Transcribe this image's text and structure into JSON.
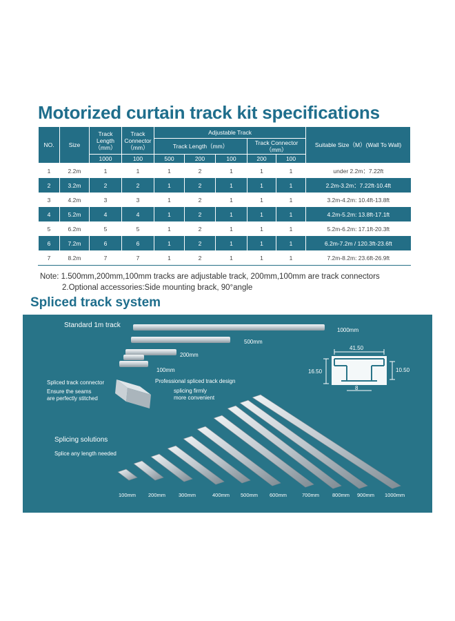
{
  "spec": {
    "title": "Motorized curtain track kit specifications",
    "headers": {
      "no": "NO.",
      "size": "Size",
      "track_length": "Track Length（mm）",
      "track_connector": "Track Connector（mm）",
      "adjustable_track": "Adjustable Track",
      "adj_track_length": "Track Length（mm）",
      "adj_track_connector": "Track Connector（mm）",
      "suitable_size": "Suitable Size（M）(Wall To Wall)",
      "sub_track_length": "1000",
      "sub_track_connector": "100",
      "sub_adj_500": "500",
      "sub_adj_200": "200",
      "sub_adj_100": "100",
      "sub_conn_200": "200",
      "sub_conn_100": "100"
    },
    "rows": [
      [
        "1",
        "2.2m",
        "1",
        "1",
        "1",
        "2",
        "1",
        "1",
        "1",
        "under 2.2m：7.22ft"
      ],
      [
        "2",
        "3.2m",
        "2",
        "2",
        "1",
        "2",
        "1",
        "1",
        "1",
        "2.2m-3.2m：7.22ft-10.4ft"
      ],
      [
        "3",
        "4.2m",
        "3",
        "3",
        "1",
        "2",
        "1",
        "1",
        "1",
        "3.2m-4.2m: 10.4ft-13.8ft"
      ],
      [
        "4",
        "5.2m",
        "4",
        "4",
        "1",
        "2",
        "1",
        "1",
        "1",
        "4.2m-5.2m: 13.8ft-17.1ft"
      ],
      [
        "5",
        "6.2m",
        "5",
        "5",
        "1",
        "2",
        "1",
        "1",
        "1",
        "5.2m-6.2m: 17.1ft-20.3ft"
      ],
      [
        "6",
        "7.2m",
        "6",
        "6",
        "1",
        "2",
        "1",
        "1",
        "1",
        "6.2m-7.2m / 120.3ft-23.6ft"
      ],
      [
        "7",
        "8.2m",
        "7",
        "7",
        "1",
        "2",
        "1",
        "1",
        "1",
        "7.2m-8.2m: 23.6ft-26.9ft"
      ]
    ],
    "note_line1": "Note: 1.500mm,200mm,100mm tracks are adjustable track, 200mm,100mm are track connectors",
    "note_line2": "2.Optional accessories:Side mounting brack, 90°angle"
  },
  "spliced": {
    "title": "Spliced track system",
    "standard_label": "Standard 1m track",
    "len_1000": "1000mm",
    "len_500": "500mm",
    "len_200": "200mm",
    "len_100": "100mm",
    "connector_label": "Spliced track connector",
    "connector_desc_1": "Ensure the seams",
    "connector_desc_2": "are perfectly stitched",
    "design_label": "Professional spliced track design",
    "design_desc_1": "splicing firmly",
    "design_desc_2": "more convenient",
    "dimensions": {
      "width": "41.50",
      "height_left": "16.50",
      "height_right": "10.50",
      "bottom": "8"
    },
    "solutions_title": "Splicing solutions",
    "solutions_desc": "Splice any length needed",
    "bottom_lengths": [
      "100mm",
      "200mm",
      "300mm",
      "400mm",
      "500mm",
      "600mm",
      "700mm",
      "800mm",
      "900mm",
      "1000mm"
    ]
  },
  "colors": {
    "teal": "#236e86",
    "title": "#1f6e8c",
    "panel": "#287488",
    "track": "#c8d0d6"
  }
}
